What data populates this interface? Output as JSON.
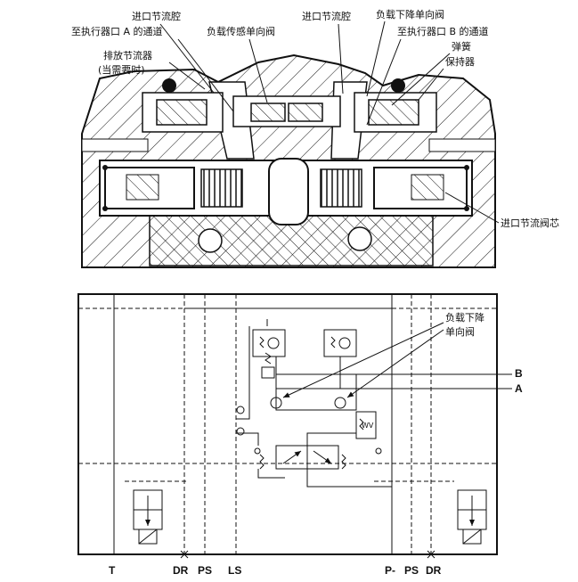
{
  "section": {
    "labels": {
      "inlet_chamber_left": "进口节流腔",
      "to_port_a": "至执行器口 A 的通道",
      "load_check": "负载传感单向阀",
      "bleed_throttle": "排放节流器",
      "bleed_note": "(当需要时)",
      "inlet_chamber_right": "进口节流腔",
      "load_drop_check_top": "负载下降单向阀",
      "to_port_b": "至执行器口 B 的通道",
      "spring": "弹簧",
      "retainer": "保持器",
      "inlet_spool": "进口节流阀芯"
    }
  },
  "schematic": {
    "labels": {
      "load_drop_check_1": "负载下降",
      "load_drop_check_2": "单向阀",
      "port_b": "B",
      "port_a": "A",
      "wv": "WV"
    },
    "ports_bottom": {
      "t": "T",
      "dr_left": "DR",
      "ps_left": "PS",
      "ls": "LS",
      "p": "P-",
      "ps_right": "PS",
      "dr_right": "DR"
    }
  },
  "colors": {
    "ink": "#111111",
    "paper": "#ffffff"
  }
}
